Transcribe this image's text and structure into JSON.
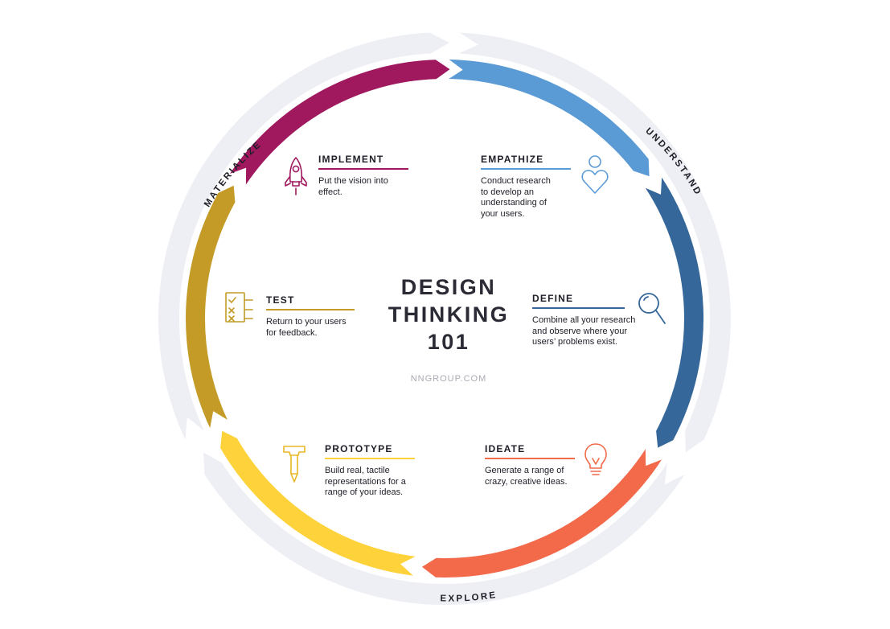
{
  "center": {
    "title_lines": [
      "DESIGN",
      "THINKING",
      "101"
    ],
    "site": "NNGROUP.COM"
  },
  "outer_labels": {
    "understand": "UNDERSTAND",
    "explore": "EXPLORE",
    "materialize": "MATERIALIZE"
  },
  "phases": {
    "empathize": {
      "title": "EMPATHIZE",
      "description": "Conduct research\nto develop an\nunderstanding of\nyour users.",
      "color": "#5b9bd5",
      "icon": "heart-person-icon"
    },
    "define": {
      "title": "DEFINE",
      "description": "Combine all your research\nand observe where your\nusers’ problems exist.",
      "color": "#35679a",
      "icon": "magnifier-icon"
    },
    "ideate": {
      "title": "IDEATE",
      "description": "Generate a range of\ncrazy, creative ideas.",
      "color": "#f26a4a",
      "icon": "lightbulb-icon"
    },
    "prototype": {
      "title": "PROTOTYPE",
      "description": "Build real, tactile\nrepresentations for a\nrange of your ideas.",
      "color": "#fdd23a",
      "icon": "hammer-icon"
    },
    "test": {
      "title": "TEST",
      "description": "Return to your users\nfor feedback.",
      "color": "#c49b27",
      "icon": "checklist-icon"
    },
    "implement": {
      "title": "IMPLEMENT",
      "description": "Put the vision into effect.",
      "color": "#a0195f",
      "icon": "rocket-icon"
    }
  },
  "ring_color": "#eeeff4"
}
